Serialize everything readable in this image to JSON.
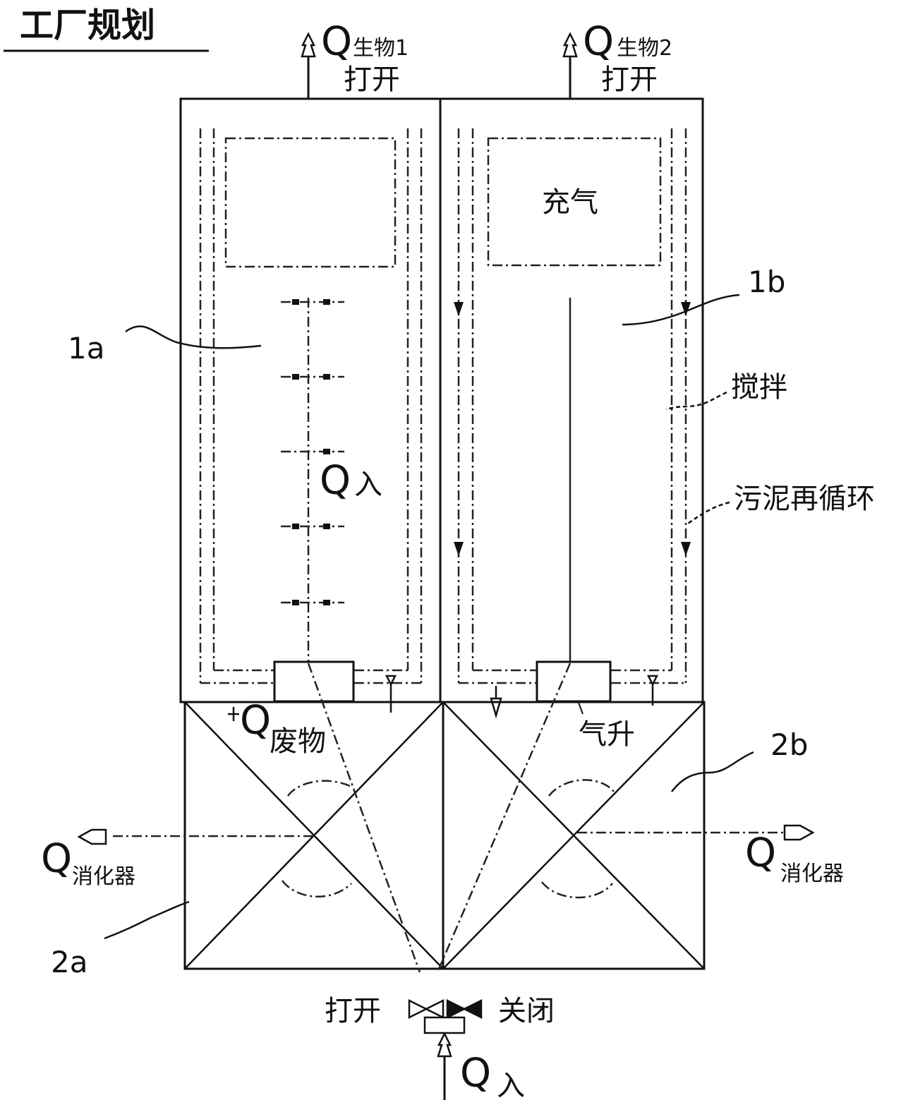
{
  "title": "工厂规划",
  "q_symbol": "Q",
  "outlet_1": {
    "sub": "生物1",
    "state": "打开"
  },
  "outlet_2": {
    "sub": "生物2",
    "state": "打开"
  },
  "aeration_label": "充气",
  "reactor_1a": "1a",
  "reactor_1b": "1b",
  "digester_2a": "2a",
  "digester_2b": "2b",
  "stirring_label": "搅拌",
  "sludge_recirculation_label": "污泥再循环",
  "inflow_center": {
    "sub": "入"
  },
  "waste_outlet": {
    "sub": "废物"
  },
  "airlift_label": "气升",
  "digester_outlet_left": {
    "sub": "消化器"
  },
  "digester_outlet_right": {
    "sub": "消化器"
  },
  "valve_left_state": "打开",
  "valve_right_state": "关闭",
  "inflow_bottom": {
    "sub": "入"
  }
}
